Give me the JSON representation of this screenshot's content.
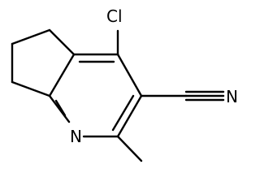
{
  "molecule": {
    "atoms": {
      "chlorine": "Cl",
      "ring_nitrogen": "N",
      "nitrile_nitrogen": "N"
    },
    "colors": {
      "bond": "#000000",
      "label": "#000000",
      "background": "#ffffff"
    }
  }
}
